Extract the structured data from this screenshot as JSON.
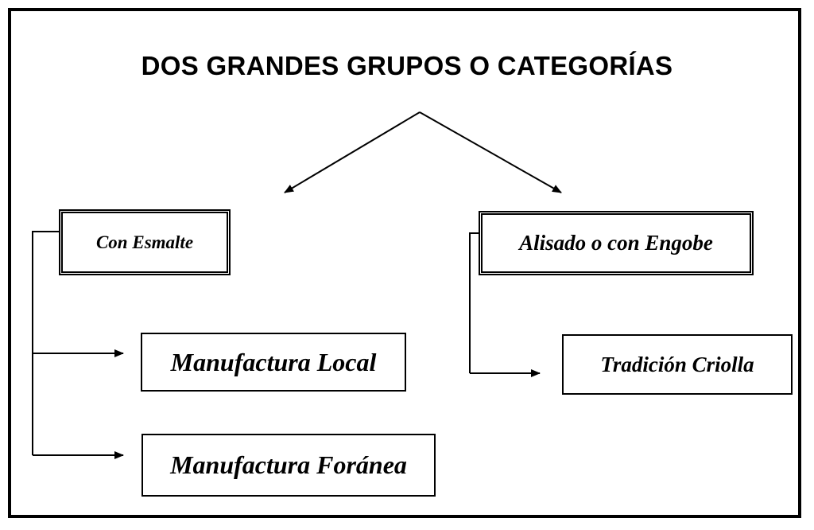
{
  "title": "DOS GRANDES GRUPOS O CATEGORÍAS",
  "categories": [
    {
      "label": "Con Esmalte",
      "children": [
        "Manufactura Local",
        "Manufactura Foránea"
      ]
    },
    {
      "label": "Alisado o con Engobe",
      "children": [
        "Tradición Criolla"
      ]
    }
  ]
}
